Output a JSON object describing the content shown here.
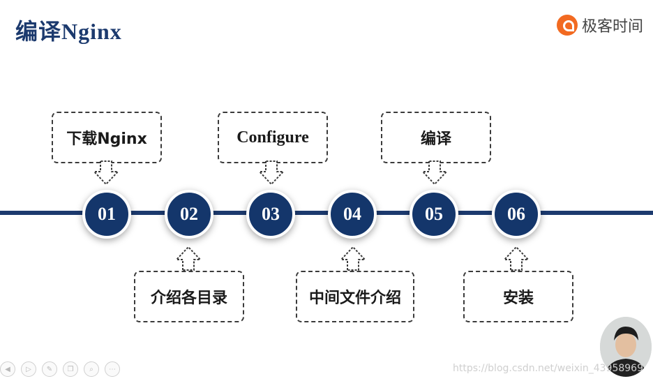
{
  "slide": {
    "title": "编译Nginx",
    "brand": "极客时间"
  },
  "steps": [
    {
      "number": "01",
      "label": "下载Nginx",
      "position": "top"
    },
    {
      "number": "02",
      "label": "介绍各目录",
      "position": "bottom"
    },
    {
      "number": "03",
      "label": "Configure",
      "position": "top"
    },
    {
      "number": "04",
      "label": "中间文件介绍",
      "position": "bottom"
    },
    {
      "number": "05",
      "label": "编译",
      "position": "top"
    },
    {
      "number": "06",
      "label": "安装",
      "position": "bottom"
    }
  ],
  "toolbar": {
    "icons": [
      "prev-icon",
      "play-icon",
      "pen-icon",
      "copy-icon",
      "zoom-icon",
      "more-icon"
    ]
  },
  "watermark": "https://blog.csdn.net/weixin_43958969",
  "colors": {
    "primary": "#1c3a6e",
    "step_fill": "#14366b",
    "brand": "#f26a21"
  }
}
